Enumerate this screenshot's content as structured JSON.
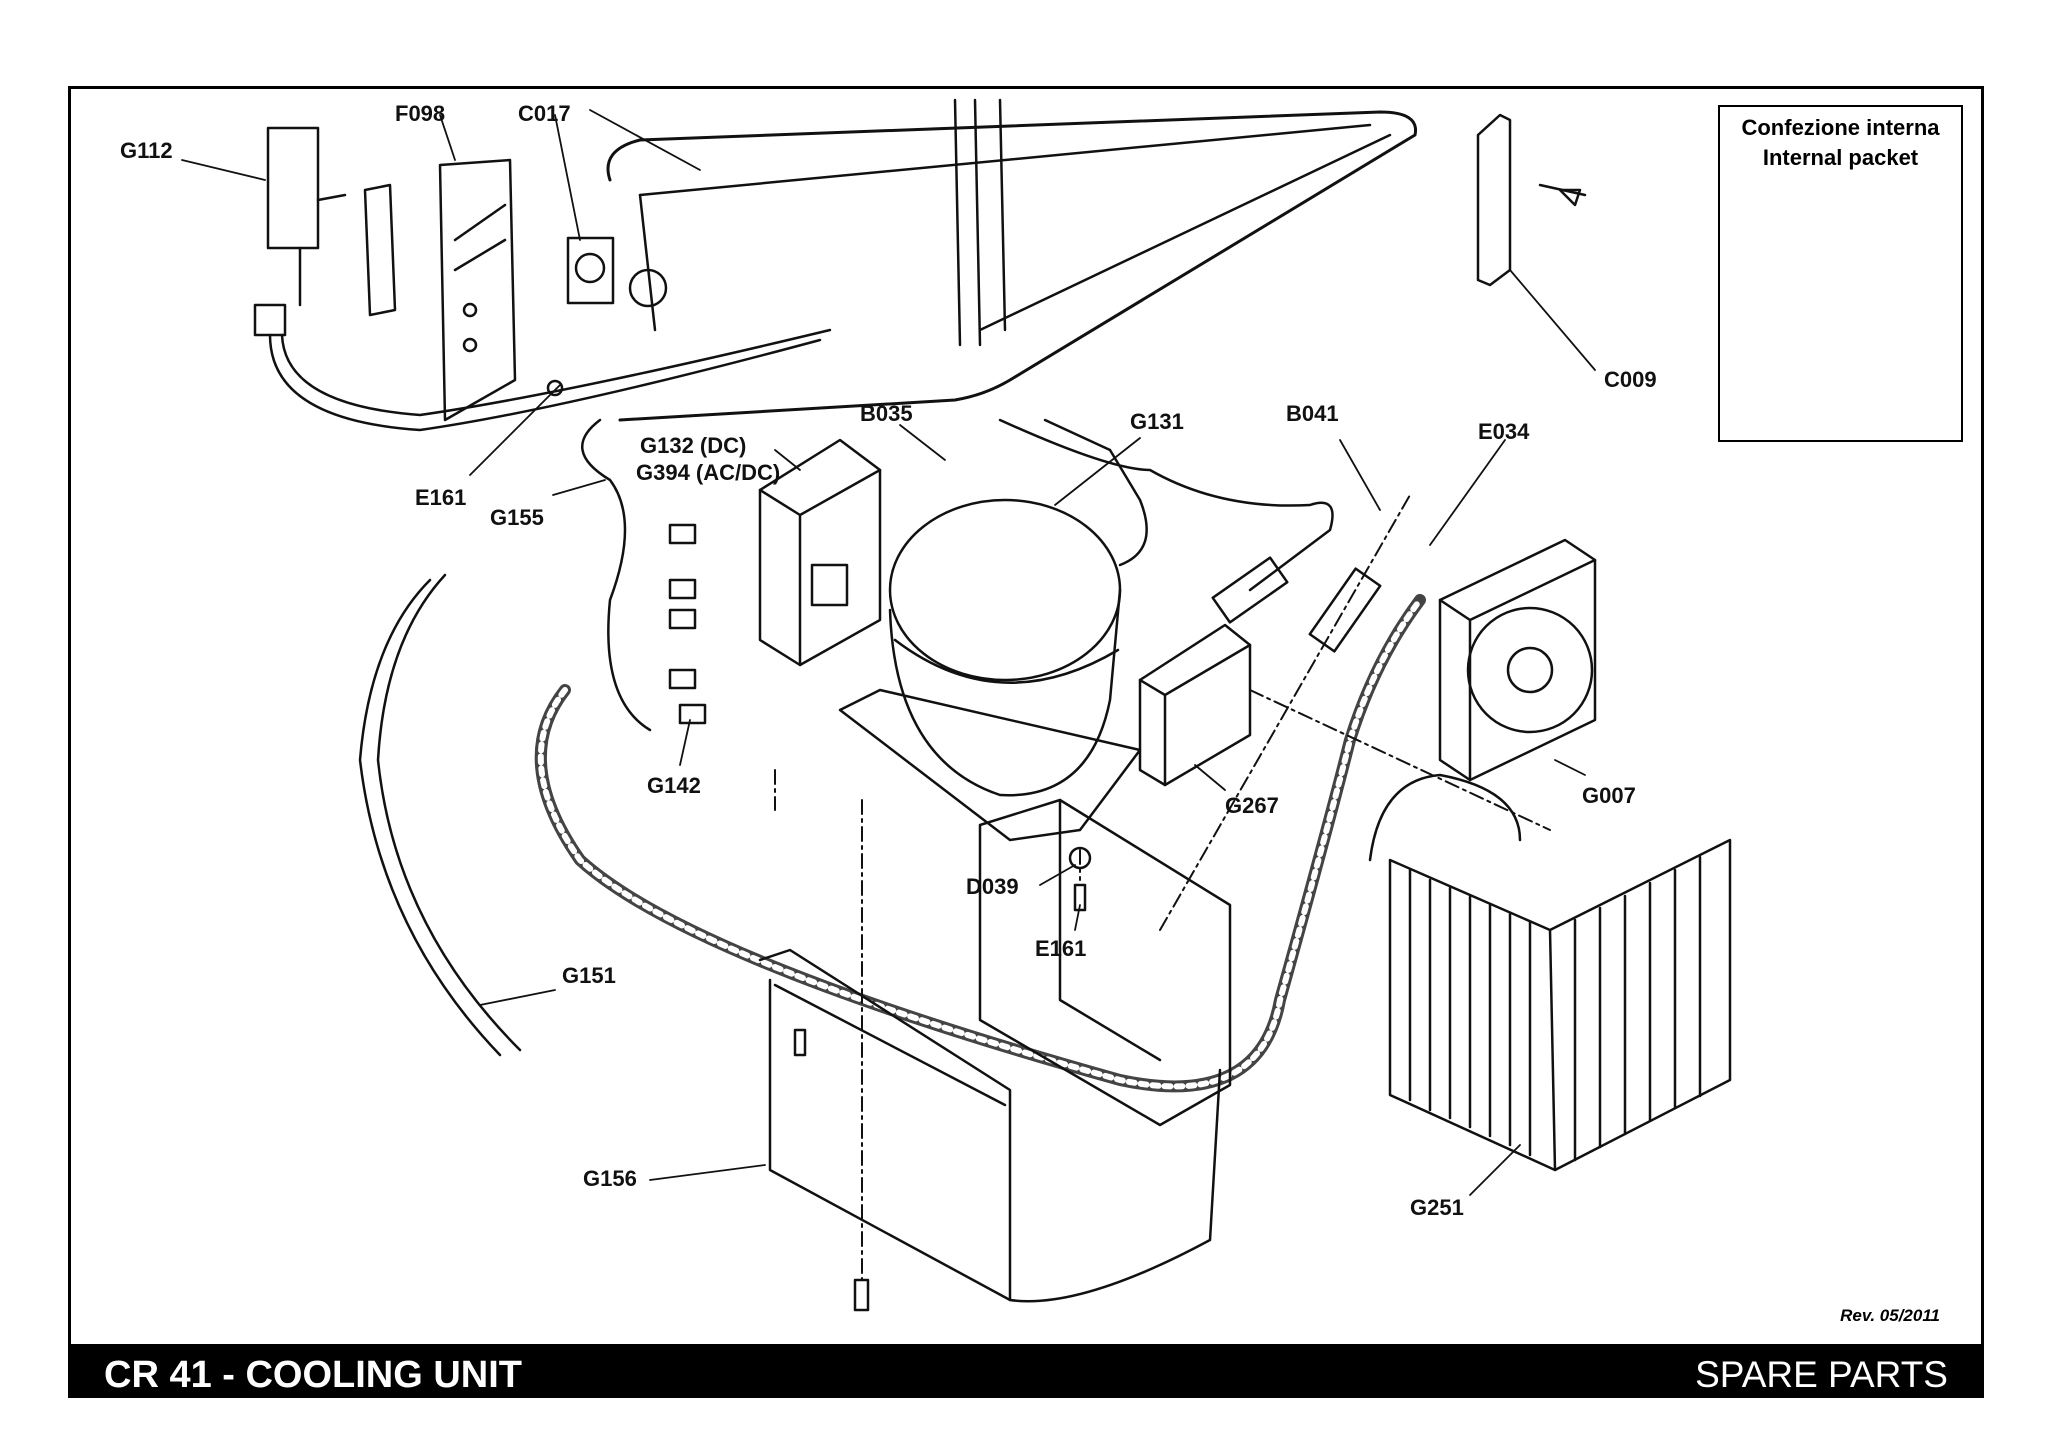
{
  "parts": {
    "G112": "G112",
    "F098": "F098",
    "C017": "C017",
    "E161_top": "E161",
    "G155": "G155",
    "G132": "G132 (DC)",
    "G394": "G394 (AC/DC)",
    "B035": "B035",
    "G131": "G131",
    "B041": "B041",
    "E034": "E034",
    "C009": "C009",
    "G142": "G142",
    "G267": "G267",
    "G007": "G007",
    "D039": "D039",
    "E161_bottom": "E161",
    "G151": "G151",
    "G156": "G156",
    "G251": "G251"
  },
  "packet": {
    "line1": "Confezione interna",
    "line2": "Internal packet"
  },
  "revision": "Rev. 05/2011",
  "footer": {
    "title": "CR 41 - COOLING UNIT",
    "right": "SPARE PARTS"
  }
}
